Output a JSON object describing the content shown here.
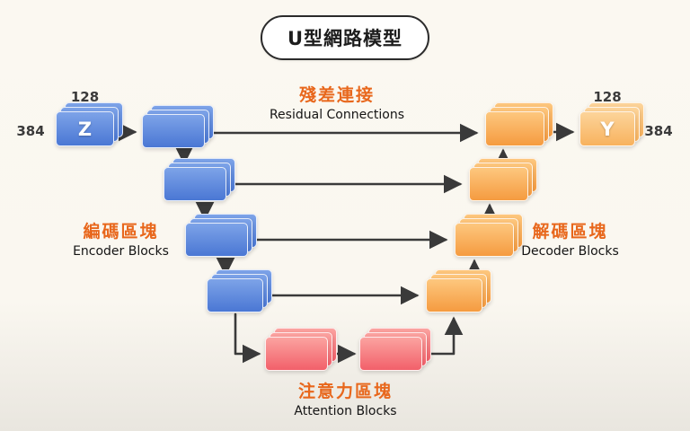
{
  "title": "U型網路模型",
  "labels": {
    "residual_zh": "殘差連接",
    "residual_en": "Residual Connections",
    "encoder_zh": "編碼區塊",
    "encoder_en": "Encoder Blocks",
    "decoder_zh": "解碼區塊",
    "decoder_en": "Decoder Blocks",
    "attention_zh": "注意力區塊",
    "attention_en": "Attention Blocks"
  },
  "io": {
    "input_label": "Z",
    "input_channels": "128",
    "input_size": "384",
    "output_label": "Y",
    "output_channels": "128",
    "output_size": "384"
  },
  "colors": {
    "encoder_block": "#4a77d4",
    "decoder_block": "#f59b40",
    "attention_block": "#f2606a",
    "accent_text": "#e8671c",
    "arrow": "#3a3a3a",
    "background": "#faf7f0"
  }
}
